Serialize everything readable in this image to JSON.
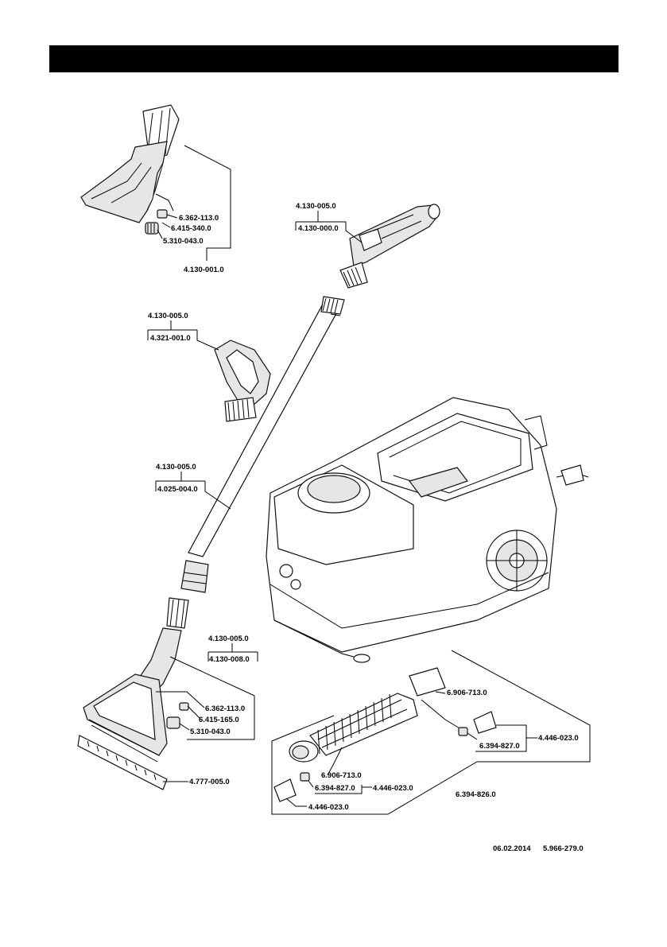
{
  "labels": {
    "nozzle_top_a": "6.362-113.0",
    "nozzle_top_b": "6.415-340.0",
    "nozzle_top_c": "5.310-043.0",
    "nozzle_top_main": "4.130-001.0",
    "handle_kit": "4.130-005.0",
    "handle_part": "4.130-000.0",
    "grip_kit": "4.130-005.0",
    "grip_part": "4.321-001.0",
    "tube_kit": "4.130-005.0",
    "tube_part": "4.025-004.0",
    "floor_kit": "4.130-005.0",
    "floor_part": "4.130-008.0",
    "floor_a": "6.362-113.0",
    "floor_b": "6.415-165.0",
    "floor_c": "5.310-043.0",
    "floor_strip": "4.777-005.0",
    "hose_end_right": "6.906-713.0",
    "nut_right": "6.394-827.0",
    "coupling_right": "4.446-023.0",
    "hose_end_left": "6.906-713.0",
    "nut_left": "6.394-827.0",
    "coupling_left_a": "4.446-023.0",
    "coupling_left_b": "4.446-023.0",
    "hose_assembly": "6.394-826.0"
  },
  "footer": {
    "date": "06.02.2014",
    "doc_number": "5.966-279.0"
  }
}
